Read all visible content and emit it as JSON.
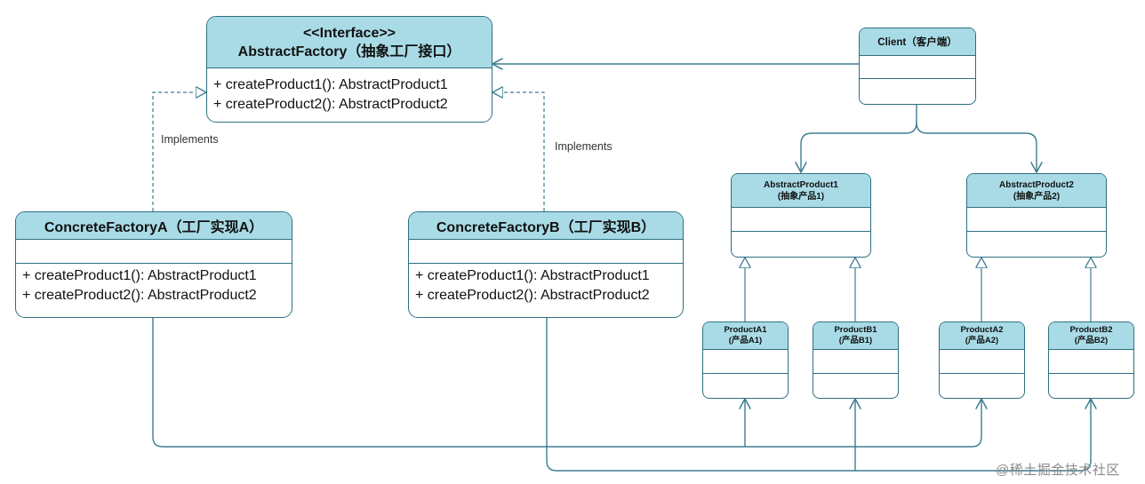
{
  "interface": {
    "stereotype": "<<Interface>>",
    "title": "AbstractFactory（抽象工厂接口）",
    "methods": [
      "+ createProduct1(): AbstractProduct1",
      "+ createProduct2(): AbstractProduct2"
    ]
  },
  "factory_a": {
    "title": "ConcreteFactoryA（工厂实现A）",
    "methods": [
      "+ createProduct1(): AbstractProduct1",
      "+ createProduct2(): AbstractProduct2"
    ]
  },
  "factory_b": {
    "title": "ConcreteFactoryB（工厂实现B）",
    "methods": [
      "+ createProduct1(): AbstractProduct1",
      "+ createProduct2(): AbstractProduct2"
    ]
  },
  "client": {
    "title": "Client（客户端）"
  },
  "abstract_product1": {
    "title": "AbstractProduct1",
    "subtitle": "(抽象产品1)"
  },
  "abstract_product2": {
    "title": "AbstractProduct2",
    "subtitle": "(抽象产品2)"
  },
  "product_a1": {
    "title": "ProductA1",
    "subtitle": "(产品A1)"
  },
  "product_b1": {
    "title": "ProductB1",
    "subtitle": "(产品B1)"
  },
  "product_a2": {
    "title": "ProductA2",
    "subtitle": "(产品A2)"
  },
  "product_b2": {
    "title": "ProductB2",
    "subtitle": "(产品B2)"
  },
  "labels": {
    "implements_a": "Implements",
    "implements_b": "Implements"
  },
  "watermark": "@稀土掘金技术社区",
  "colors": {
    "header_fill": "#a8dbe6",
    "border": "#2e6f82",
    "line": "#3d7d90"
  }
}
